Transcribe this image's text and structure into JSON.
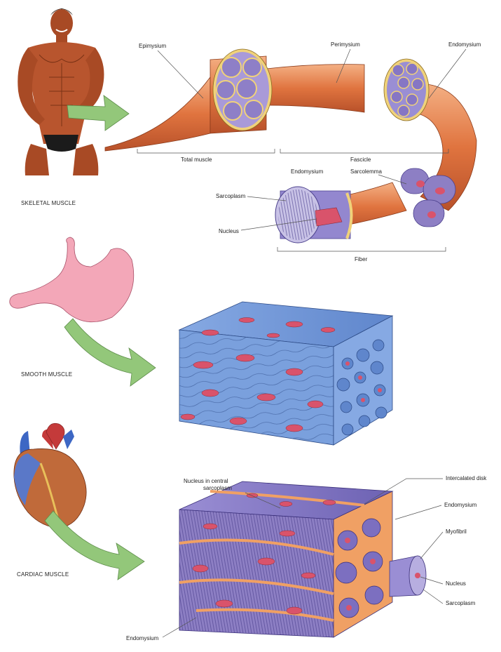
{
  "sections": {
    "skeletal": "SKELETAL MUSCLE",
    "smooth": "SMOOTH MUSCLE",
    "cardiac": "CARDIAC MUSCLE"
  },
  "skeletal_labels": {
    "epimysium": "Epimysium",
    "perimysium": "Perimysium",
    "endomysium_top": "Endomysium",
    "total_muscle": "Total muscle",
    "fascicle": "Fascicle",
    "endomysium_mid": "Endomysium",
    "sarcolemma": "Sarcolemma",
    "sarcoplasm": "Sarcoplasm",
    "nucleus": "Nucleus",
    "fiber": "Fiber"
  },
  "cardiac_labels": {
    "nucleus_central_1": "Nucleus in central",
    "nucleus_central_2": "sarcoplasm",
    "intercalated_disk": "Intercalated disk",
    "endomysium_right": "Endomysium",
    "myofibril": "Myofibril",
    "nucleus": "Nucleus",
    "sarcoplasm": "Sarcoplasm",
    "endomysium_bottom": "Endomysium"
  },
  "colors": {
    "muscle_orange": "#e07a45",
    "muscle_light": "#f2a67a",
    "fascicle_purple": "#8d7fc4",
    "smooth_blue": "#6f95d6",
    "cardiac_purple": "#7c6fc0",
    "nucleus_red": "#d9536b",
    "arrow_green": "#93c77a",
    "stomach_pink": "#f3a7b8",
    "skin": "#b8552e"
  }
}
